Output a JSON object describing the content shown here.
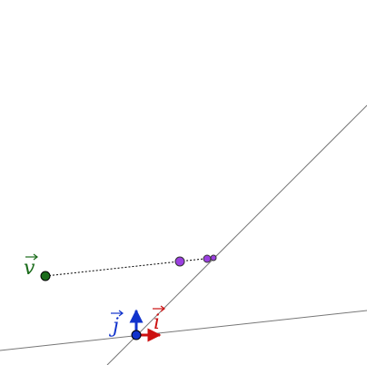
{
  "labels": {
    "v": "v",
    "i": "i",
    "j": "j"
  },
  "colors": {
    "v": "#1a6b1a",
    "i": "#cc1111",
    "j": "#1133cc",
    "point": "#9b3fe0",
    "line": "#777777"
  }
}
